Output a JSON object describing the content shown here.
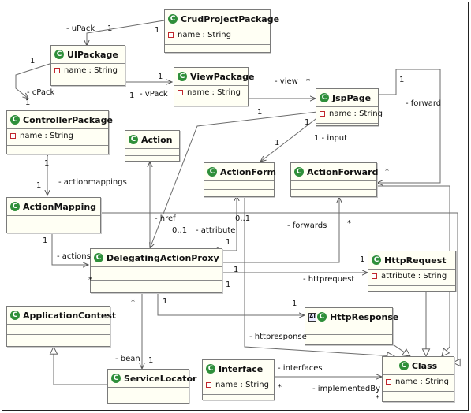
{
  "classes": {
    "crud_project_package": {
      "name": "CrudProjectPackage",
      "attr": "name : String"
    },
    "ui_package": {
      "name": "UIPackage",
      "attr": "name : String"
    },
    "view_package": {
      "name": "ViewPackage",
      "attr": "name : String"
    },
    "jsp_page": {
      "name": "JspPage",
      "attr": "name : String"
    },
    "controller_package": {
      "name": "ControllerPackage",
      "attr": "name : String"
    },
    "action": {
      "name": "Action"
    },
    "action_form": {
      "name": "ActionForm"
    },
    "action_forward": {
      "name": "ActionForward"
    },
    "action_mapping": {
      "name": "ActionMapping"
    },
    "delegating_action_proxy": {
      "name": "DelegatingActionProxy"
    },
    "http_request": {
      "name": "HttpRequest",
      "attr": "attribute : String"
    },
    "http_response": {
      "name": "HttpResponse"
    },
    "application_context": {
      "name": "ApplicationContest"
    },
    "service_locator": {
      "name": "ServiceLocator"
    },
    "interface": {
      "name": "Interface",
      "attr": "name : String"
    },
    "class": {
      "name": "Class",
      "attr": "name : String"
    }
  },
  "icon_letter": "C",
  "interface_badge": "AI",
  "labels": {
    "upack": "- uPack",
    "upack_m1": "1",
    "upack_m2": "1",
    "upack_m3": "1",
    "cpack": "- cPack",
    "cpack_m1": "1",
    "cpack_m2": "1",
    "vpack": "- vPack",
    "vpack_m1": "1",
    "vpack_m2": "1",
    "view": "- view",
    "view_star": "*",
    "view_m1": "1",
    "forward": "- forward",
    "forward_m1": "1",
    "forward_star": "*",
    "input": "1 - input",
    "input_m1": "1",
    "input_m2": "1",
    "actionmappings": "- actionmappings",
    "am_m1": "1",
    "am_m2": "1",
    "href": "- href",
    "href_m1": "0..1",
    "attr_m1": "0..1",
    "attribute": "- attribute",
    "forwards": "- forwards",
    "forwards_star": "*",
    "forwards_m1": "1",
    "dap_m1": "1",
    "dap_m2": "1",
    "actions": "- actions",
    "actions_m1": "1",
    "actions_star": "*",
    "httprequest": "- httprequest",
    "hreq_m1": "1",
    "hres_m1": "1",
    "hres_m2": "1",
    "httpresponse": "- httpresponse",
    "sl_star": "*",
    "bean": "- bean",
    "bean_m1": "1",
    "interfaces": "- interfaces",
    "interfaces_star": "*",
    "implementedby": "- implementedBy",
    "implementedby_star": "*"
  },
  "colors": {
    "class_icon": "#2f8f3a",
    "attr_icon": "#c0262c",
    "box_fill": "#fffff4",
    "line": "#6b6b6b"
  }
}
